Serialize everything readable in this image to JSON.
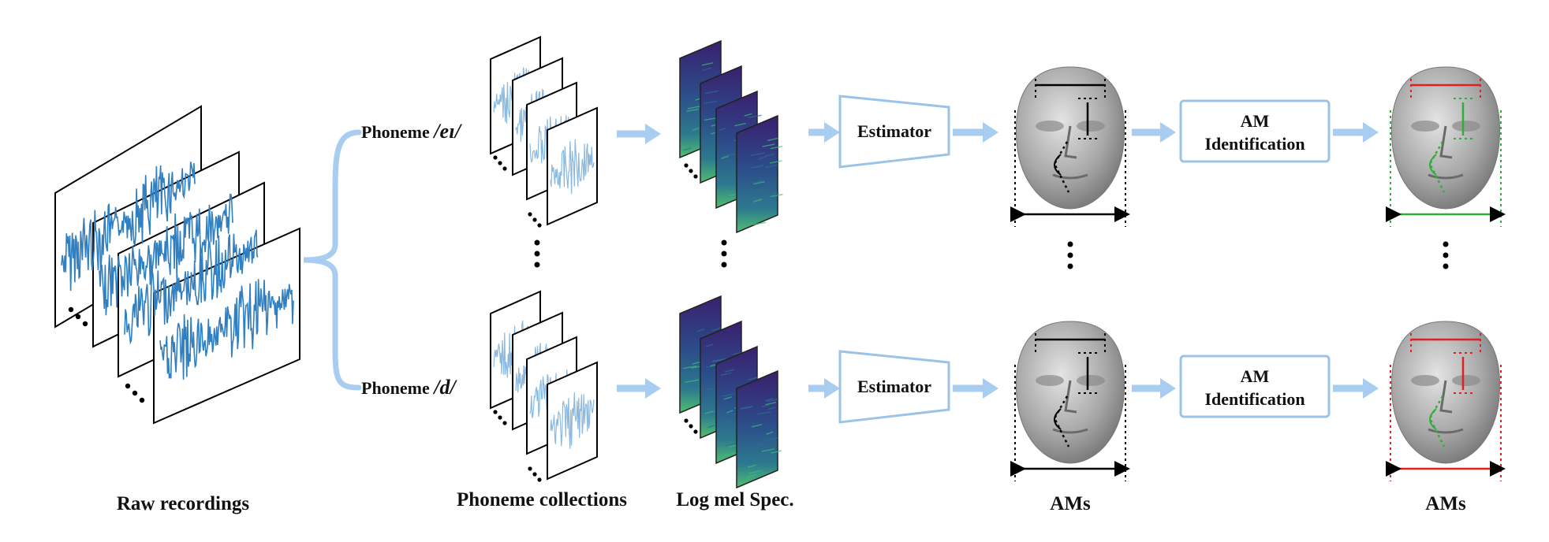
{
  "captions": {
    "raw": "Raw recordings",
    "phoneme_collections": "Phoneme collections",
    "logmel": "Log mel Spec.",
    "ams_estimated": "AMs",
    "ams_identified": "AMs"
  },
  "rows": [
    {
      "phoneme_prefix": "Phoneme ",
      "phoneme_symbol": "/eɪ/"
    },
    {
      "phoneme_prefix": "Phoneme ",
      "phoneme_symbol": "/d/"
    }
  ],
  "estimator_label": "Estimator",
  "identification_label": [
    "AM",
    "Identification"
  ],
  "colors": {
    "waveform": "#2f7fc1",
    "waveform_light": "#8bb9e0",
    "arrow": "#a9cdf0",
    "box_stroke": "#9cc3e6",
    "spec_dark": "#3b1f6e",
    "spec_mid": "#2d6e8e",
    "spec_light": "#3dbd7a",
    "measure_black": "#000000",
    "measure_red": "#e02020",
    "measure_green": "#2fae3a"
  }
}
